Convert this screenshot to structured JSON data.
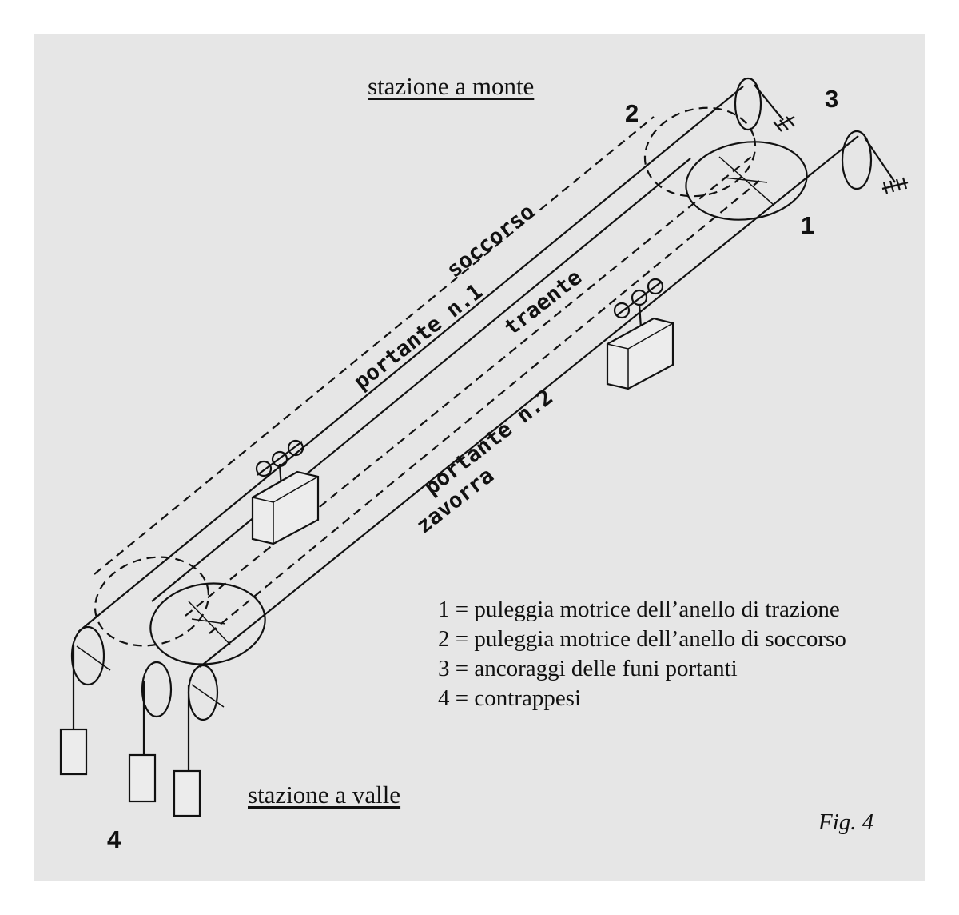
{
  "titles": {
    "upper_station": "stazione a monte",
    "lower_station": "stazione a valle"
  },
  "numbers": {
    "n1": "1",
    "n2": "2",
    "n3": "3",
    "n4": "4"
  },
  "rope_labels": {
    "soccorso": "soccorso",
    "portante_1": "portante n.1",
    "traente": "traente",
    "portante_2": "portante n.2",
    "zavorra": "zavorra"
  },
  "legend": [
    "1 = puleggia motrice dell’anello di trazione",
    "2 = puleggia motrice dell’anello di soccorso",
    "3 = ancoraggi delle funi portanti",
    "4 = contrappesi"
  ],
  "figure_label": "Fig. 4"
}
